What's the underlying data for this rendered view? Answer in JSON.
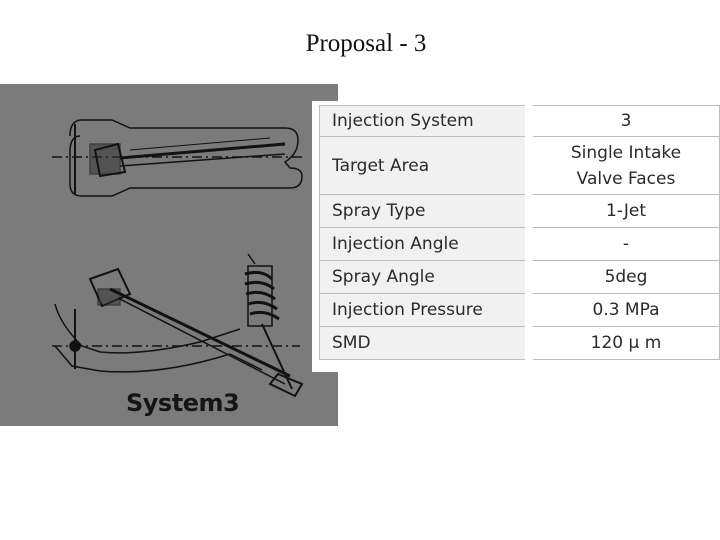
{
  "title": "Proposal - 3",
  "figure": {
    "label": "System3",
    "drawing_icon": "injector-schematic-icon"
  },
  "spec_table": {
    "rows": [
      {
        "parameter": "Injection System",
        "value": "3"
      },
      {
        "parameter": "Target Area",
        "value": "Single Intake Valve Faces"
      },
      {
        "parameter": "Spray Type",
        "value": "1-Jet"
      },
      {
        "parameter": "Injection  Angle",
        "value": "-"
      },
      {
        "parameter": "Spray Angle",
        "value": "5deg"
      },
      {
        "parameter": "Injection Pressure",
        "value": "0.3 MPa"
      },
      {
        "parameter": "SMD",
        "value": "120 μ m"
      }
    ]
  },
  "colors": {
    "panel_background": "#7b7b7b",
    "table_param_background": "#f1f1f1",
    "table_border": "#bdbdbd"
  }
}
